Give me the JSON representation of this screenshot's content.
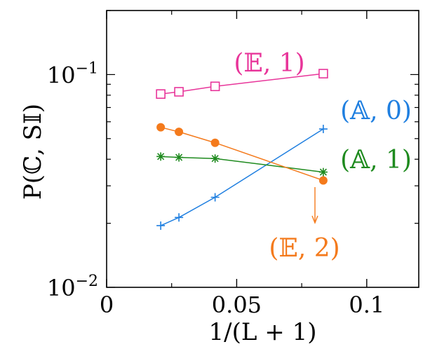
{
  "chart_data": {
    "type": "line",
    "title": "",
    "xlabel": "1/(L + 1)",
    "ylabel": "P(ℂ, S𝕀)",
    "xlim": [
      0,
      0.12
    ],
    "ylim": [
      0.01,
      0.2
    ],
    "yscale": "log",
    "grid": false,
    "x_ticks": [
      0,
      0.05,
      0.1
    ],
    "x_tick_labels": [
      "0",
      "0.05",
      "0.1"
    ],
    "y_ticks": [
      0.01,
      0.1
    ],
    "y_tick_labels": [
      {
        "base": "10",
        "exp": "−2"
      },
      {
        "base": "10",
        "exp": "−1"
      }
    ],
    "series": [
      {
        "name": "(𝔼, 1)",
        "color": "#e8359a",
        "marker": "open-square",
        "x": [
          0.0208,
          0.0278,
          0.0417,
          0.0833
        ],
        "values": [
          0.081,
          0.083,
          0.088,
          0.101
        ]
      },
      {
        "name": "(𝔸, 0)",
        "color": "#1f7fe0",
        "marker": "plus",
        "x": [
          0.0208,
          0.0278,
          0.0417,
          0.0833
        ],
        "values": [
          0.0195,
          0.0213,
          0.0265,
          0.0555
        ]
      },
      {
        "name": "(𝔸, 1)",
        "color": "#1e8a1e",
        "marker": "asterisk",
        "x": [
          0.0208,
          0.0278,
          0.0417,
          0.0833
        ],
        "values": [
          0.0412,
          0.0408,
          0.0403,
          0.0348
        ]
      },
      {
        "name": "(𝔼, 2)",
        "color": "#f47a1c",
        "marker": "filled-circle",
        "x": [
          0.0208,
          0.0278,
          0.0417,
          0.0833
        ],
        "values": [
          0.0565,
          0.0538,
          0.0478,
          0.0318
        ]
      }
    ],
    "annotations": [
      {
        "text": "(𝔼, 1)",
        "series": 0
      },
      {
        "text": "(𝔸, 0)",
        "series": 1
      },
      {
        "text": "(𝔸, 1)",
        "series": 2
      },
      {
        "text": "(𝔼, 2)",
        "series": 3,
        "arrow": "down"
      }
    ]
  }
}
